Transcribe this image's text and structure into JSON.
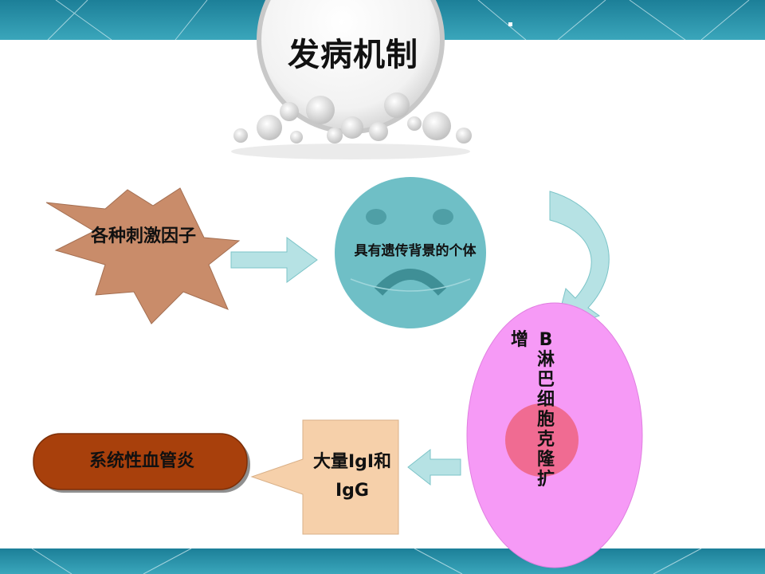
{
  "slide": {
    "title": "发病机制",
    "nodes": {
      "stimulus": "各种刺激因子",
      "individual": "具有遗传背景的个体",
      "b_cell": "B淋巴细胞克隆扩",
      "b_cell_tail": "增",
      "antibodies": "大量IgI和IgG",
      "disease": "系统性血管炎"
    }
  },
  "colors": {
    "header_band": "#2a8fa6",
    "footer_band": "#2a8fa6",
    "star_fill": "#c98c6a",
    "face_fill": "#6fbfc6",
    "cell_fill": "#f69af6",
    "nucleus_fill": "#f06b92",
    "antibody_box": "#f6d0aa",
    "disease_fill": "#a8400c",
    "arrow_fill": "#b6e2e4"
  }
}
